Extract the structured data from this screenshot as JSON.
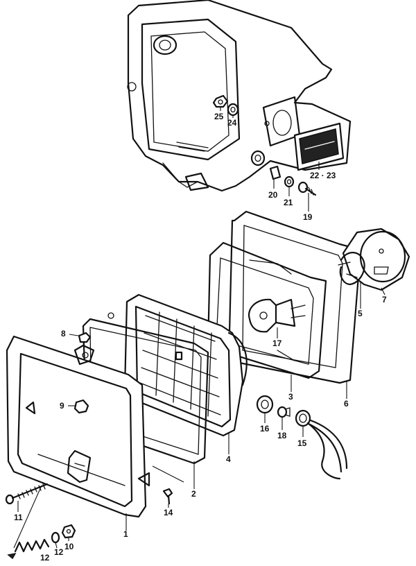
{
  "callouts": {
    "c1": "1",
    "c2": "2",
    "c3": "3",
    "c4": "4",
    "c5": "5",
    "c6": "6",
    "c7": "7",
    "c8": "8",
    "c9": "9",
    "c10": "10",
    "c11": "11",
    "c12a": "12",
    "c12b": "12",
    "c14": "14",
    "c15": "15",
    "c16": "16",
    "c17": "17",
    "c18": "18",
    "c19": "19",
    "c20": "20",
    "c21": "21",
    "c22_23": "22 · 23",
    "c24": "24",
    "c25": "25"
  }
}
